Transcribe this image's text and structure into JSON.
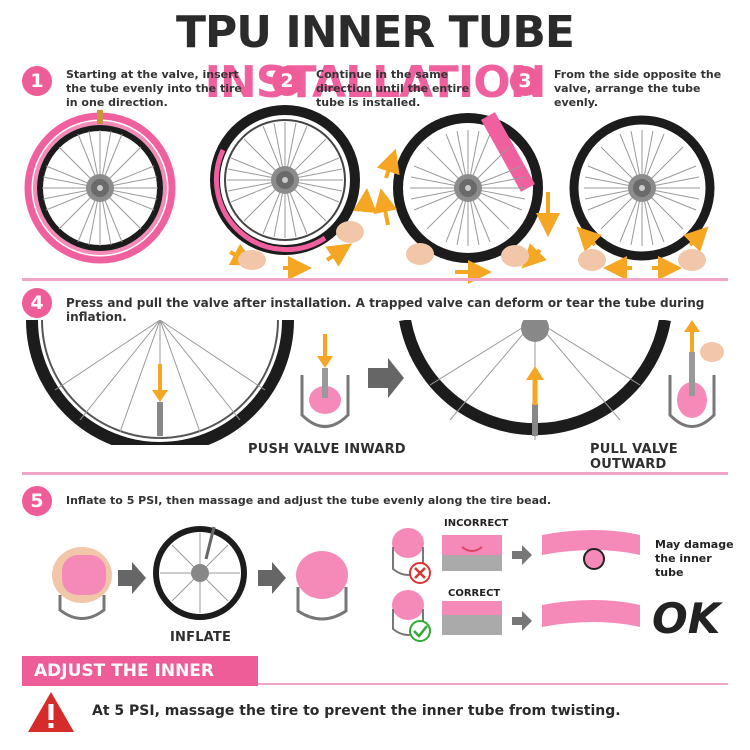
{
  "title": {
    "part1": "TPU INNER TUBE",
    "part2": "INSTALLATION"
  },
  "colors": {
    "accent": "#ef5d98",
    "dark": "#2b2b2b",
    "arrow": "#f5a623",
    "divider": "#f2a6c7"
  },
  "steps": [
    {
      "number": "1",
      "text": "Starting at the valve, insert the tube evenly into the tire in one direction."
    },
    {
      "number": "2",
      "text": "Continue in the same direction until the entire tube is installed."
    },
    {
      "number": "3",
      "text": "From the side opposite the valve, arrange the tube evenly."
    },
    {
      "number": "4",
      "text": "Press and pull the valve after installation. A trapped valve can deform or tear the tube during inflation."
    },
    {
      "number": "5",
      "text": "Inflate to 5 PSI, then massage and adjust the tube evenly along the tire bead."
    }
  ],
  "step4": {
    "push_label": "PUSH VALVE INWARD",
    "pull_label": "PULL VALVE OUTWARD"
  },
  "step5": {
    "inflate_label": "INFLATE",
    "incorrect_label": "INCORRECT",
    "correct_label": "CORRECT",
    "damage_note": "May damage the inner tube",
    "ok_label": "OK"
  },
  "adjust": {
    "banner": "ADJUST THE INNER TUBE",
    "warning": "At 5 PSI, massage the tire to prevent the inner tube from twisting."
  },
  "icons": [
    "warning-icon",
    "check-icon",
    "cross-icon",
    "arrow-right-icon",
    "wheel-icon",
    "hand-icon"
  ]
}
